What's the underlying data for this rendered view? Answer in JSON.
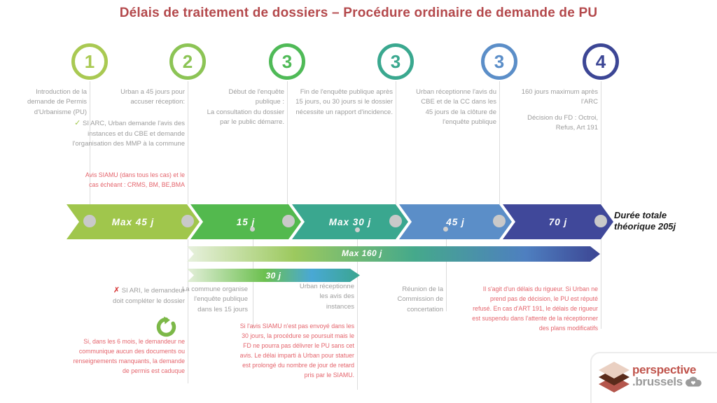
{
  "title": "Délais de traitement de dossiers – Procédure ordinaire de demande de PU",
  "colors": {
    "title_red": "#b4494c",
    "annotation_grey": "#9d9d9d",
    "annotation_red": "#e4646c",
    "line_grey": "#dcdcdc",
    "check_green": "#a2c84e",
    "cross_red": "#d42a2a",
    "refresh_green": "#7cb848",
    "logo_red": "#c0544c",
    "logo_grey": "#9a9a9a"
  },
  "icons": {
    "check": "✓",
    "cross": "✗"
  },
  "steps": [
    {
      "number": "1",
      "color": "#a9c952",
      "text": "Introduction de la demande de Permis d'Urbanisme (PU)"
    },
    {
      "number": "2",
      "color": "#8cc455",
      "text": "Urban a 45 jours pour accuser réception:",
      "check_text": "SI ARC, Urban demande l'avis des instances et du CBE et demande l'organisation des MMP à la commune",
      "red_text": "Avis SIAMU (dans tous les cas) et le cas échéant : CRMS, BM, BE,BMA"
    },
    {
      "number": "3",
      "color": "#4fba57",
      "text": "Début de l'enquête publique :",
      "text2": "La consultation du dossier par le public démarre."
    },
    {
      "number": "3",
      "color": "#3aa88f",
      "text": "Fin de l'enquête publique après 15 jours, ou 30 jours si le dossier nécessite un rapport d'incidence."
    },
    {
      "number": "3",
      "color": "#5b8ec8",
      "text": "Urban réceptionne l'avis du CBE et de la CC dans les 45 jours de la clôture de l'enquête publique"
    },
    {
      "number": "4",
      "color": "#3c4695",
      "text": "160 jours maximum après l'ARC",
      "text2": "Décision du FD : Octroi, Refus, Art 191"
    }
  ],
  "timeline": {
    "arrows": [
      {
        "label": "Max 45 j",
        "color": "#a0c64c"
      },
      {
        "label": "15 j",
        "color": "#53b94e"
      },
      {
        "label": "Max 30 j",
        "color": "#3aa78f"
      },
      {
        "label": "45 j",
        "color": "#5b8ec8"
      },
      {
        "label": "70 j",
        "color": "#40489a"
      }
    ],
    "max_bar_label": "Max 160 j",
    "sub_bar_label": "30 j",
    "total_line1": "Durée  totale",
    "total_line2": "théorique 205j"
  },
  "bottom_notes": {
    "note1": "SI ARI, le demandeur doit compléter le dossier",
    "note1_red": "Si, dans les 6 mois, le demandeur ne communique aucun des documents ou renseignements manquants, la demande de permis est caduque",
    "note2": "La commune organise l'enquête publique dans les 15 jours",
    "note3": "Urban réceptionne les avis des instances",
    "note3_red": "Si l'avis SIAMU n'est pas envoyé dans les 30 jours, la procédure se poursuit mais le FD ne pourra pas délivrer le PU sans cet avis. Le délai imparti à Urban pour statuer est prolongé du nombre de jour de retard pris par le SIAMU.",
    "note4": "Réunion de la Commission de concertation",
    "note5": "Il s'agit d'un délais du rigueur. Si Urban ne prend pas de décision, le PU est réputé refusé. En cas d'ART 191, le délais de rigueur est suspendu dans l'attente de la réceptionner des plans modificatifs"
  },
  "logo": {
    "name": "perspective",
    "suffix": ".brussels"
  }
}
